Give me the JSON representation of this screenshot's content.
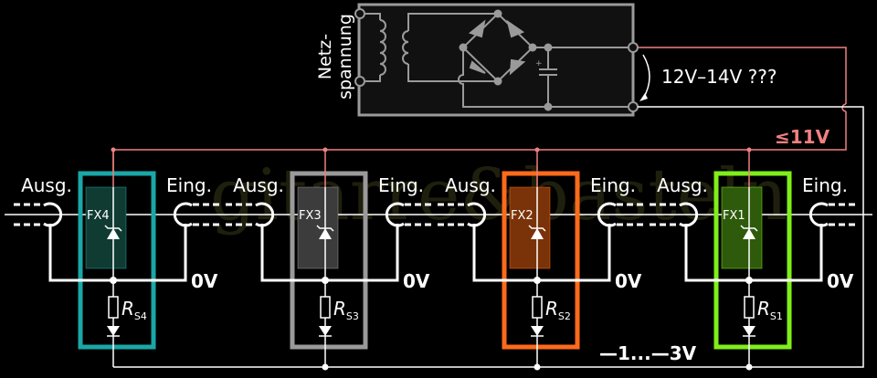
{
  "watermark": "gitarre&basteln",
  "power_supply": {
    "mains_label_line1": "Netz-",
    "mains_label_line2": "spannung",
    "output_voltage_label": "12V–14V ???",
    "capacitor_polarity": "+"
  },
  "supply_rail": {
    "label": "≤11V",
    "color": "#f08080"
  },
  "return_rail": {
    "label": "—1...—3V"
  },
  "pedals": [
    {
      "name": "FX4",
      "output_label": "Ausg.",
      "input_label": "Eing.",
      "ground_label": "0V",
      "resistor_label": "R",
      "resistor_sub": "S4",
      "frame_color": "#1aa7a7",
      "fill_color": "#0f3b33"
    },
    {
      "name": "FX3",
      "output_label": "Ausg.",
      "input_label": "Eing.",
      "ground_label": "0V",
      "resistor_label": "R",
      "resistor_sub": "S3",
      "frame_color": "#9a9a9a",
      "fill_color": "#3c3c3c"
    },
    {
      "name": "FX2",
      "output_label": "Ausg.",
      "input_label": "Eing.",
      "ground_label": "0V",
      "resistor_label": "R",
      "resistor_sub": "S2",
      "frame_color": "#ff6a1a",
      "fill_color": "#7a3208"
    },
    {
      "name": "FX1",
      "output_label": "Ausg.",
      "input_label": "Eing.",
      "ground_label": "0V",
      "resistor_label": "R",
      "resistor_sub": "S1",
      "frame_color": "#7fef1a",
      "fill_color": "#2e5a0c"
    }
  ]
}
